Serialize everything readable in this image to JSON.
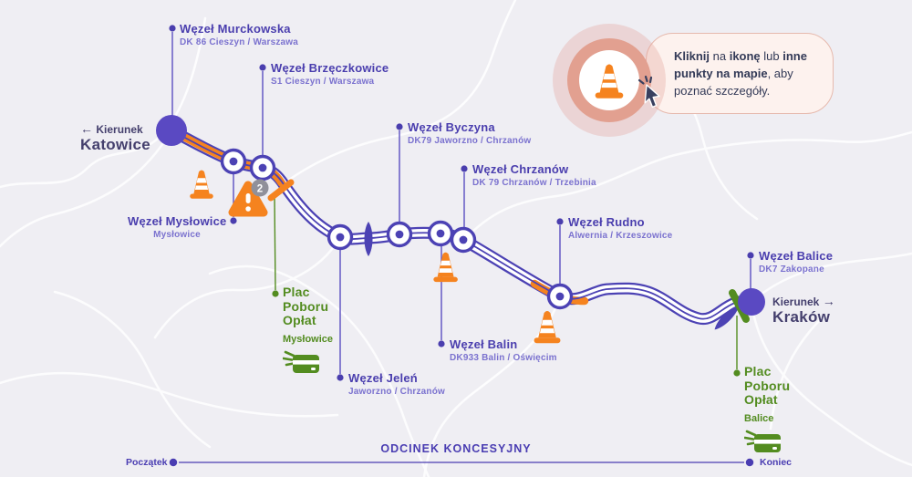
{
  "directions": {
    "west": {
      "kierunek": "Kierunek",
      "city": "Katowice",
      "arrow": "←"
    },
    "east": {
      "kierunek": "Kierunek",
      "city": "Kraków",
      "arrow": "→"
    }
  },
  "junctions": [
    {
      "name": "Węzeł Murckowska",
      "sub": "DK 86 Cieszyn / Warszawa"
    },
    {
      "name": "Węzeł Brzęczkowice",
      "sub": "S1 Cieszyn / Warszawa"
    },
    {
      "name": "Węzeł Mysłowice",
      "sub": "Mysłowice"
    },
    {
      "name": "Węzeł Jeleń",
      "sub": "Jaworzno / Chrzanów"
    },
    {
      "name": "Węzeł Byczyna",
      "sub": "DK79 Jaworzno / Chrzanów"
    },
    {
      "name": "Węzeł Chrzanów",
      "sub": "DK 79 Chrzanów / Trzebinia"
    },
    {
      "name": "Węzeł Balin",
      "sub": "DK933 Balin / Oświęcim"
    },
    {
      "name": "Węzeł Rudno",
      "sub": "Alwernia / Krzeszowice"
    },
    {
      "name": "Węzeł Balice",
      "sub": "DK7 Zakopane"
    }
  ],
  "toll_plazas": [
    {
      "line1": "Plac",
      "line2": "Poboru",
      "line3": "Opłat",
      "name": "Mysłowice"
    },
    {
      "line1": "Plac",
      "line2": "Poboru",
      "line3": "Opłat",
      "name": "Balice"
    }
  ],
  "incident_badge": "2",
  "callout": {
    "seg1": "Kliknij",
    "seg2": " na ",
    "seg3": "ikonę",
    "seg4": " lub ",
    "seg5": "inne punkty na mapie",
    "seg6": ", aby poznać szczegóły."
  },
  "footer": {
    "start": "Początek",
    "end": "Koniec",
    "section": "ODCINEK KONCESYJNY"
  },
  "colors": {
    "purple": "#4c42b4",
    "purple_text": "#4a3eae",
    "purple_light": "#7b72cf",
    "orange": "#f5831f",
    "green": "#538c20",
    "pink_ring": "#e2a090",
    "navy": "#333a57",
    "badge_gray": "#90909a",
    "background": "#efeef3"
  }
}
